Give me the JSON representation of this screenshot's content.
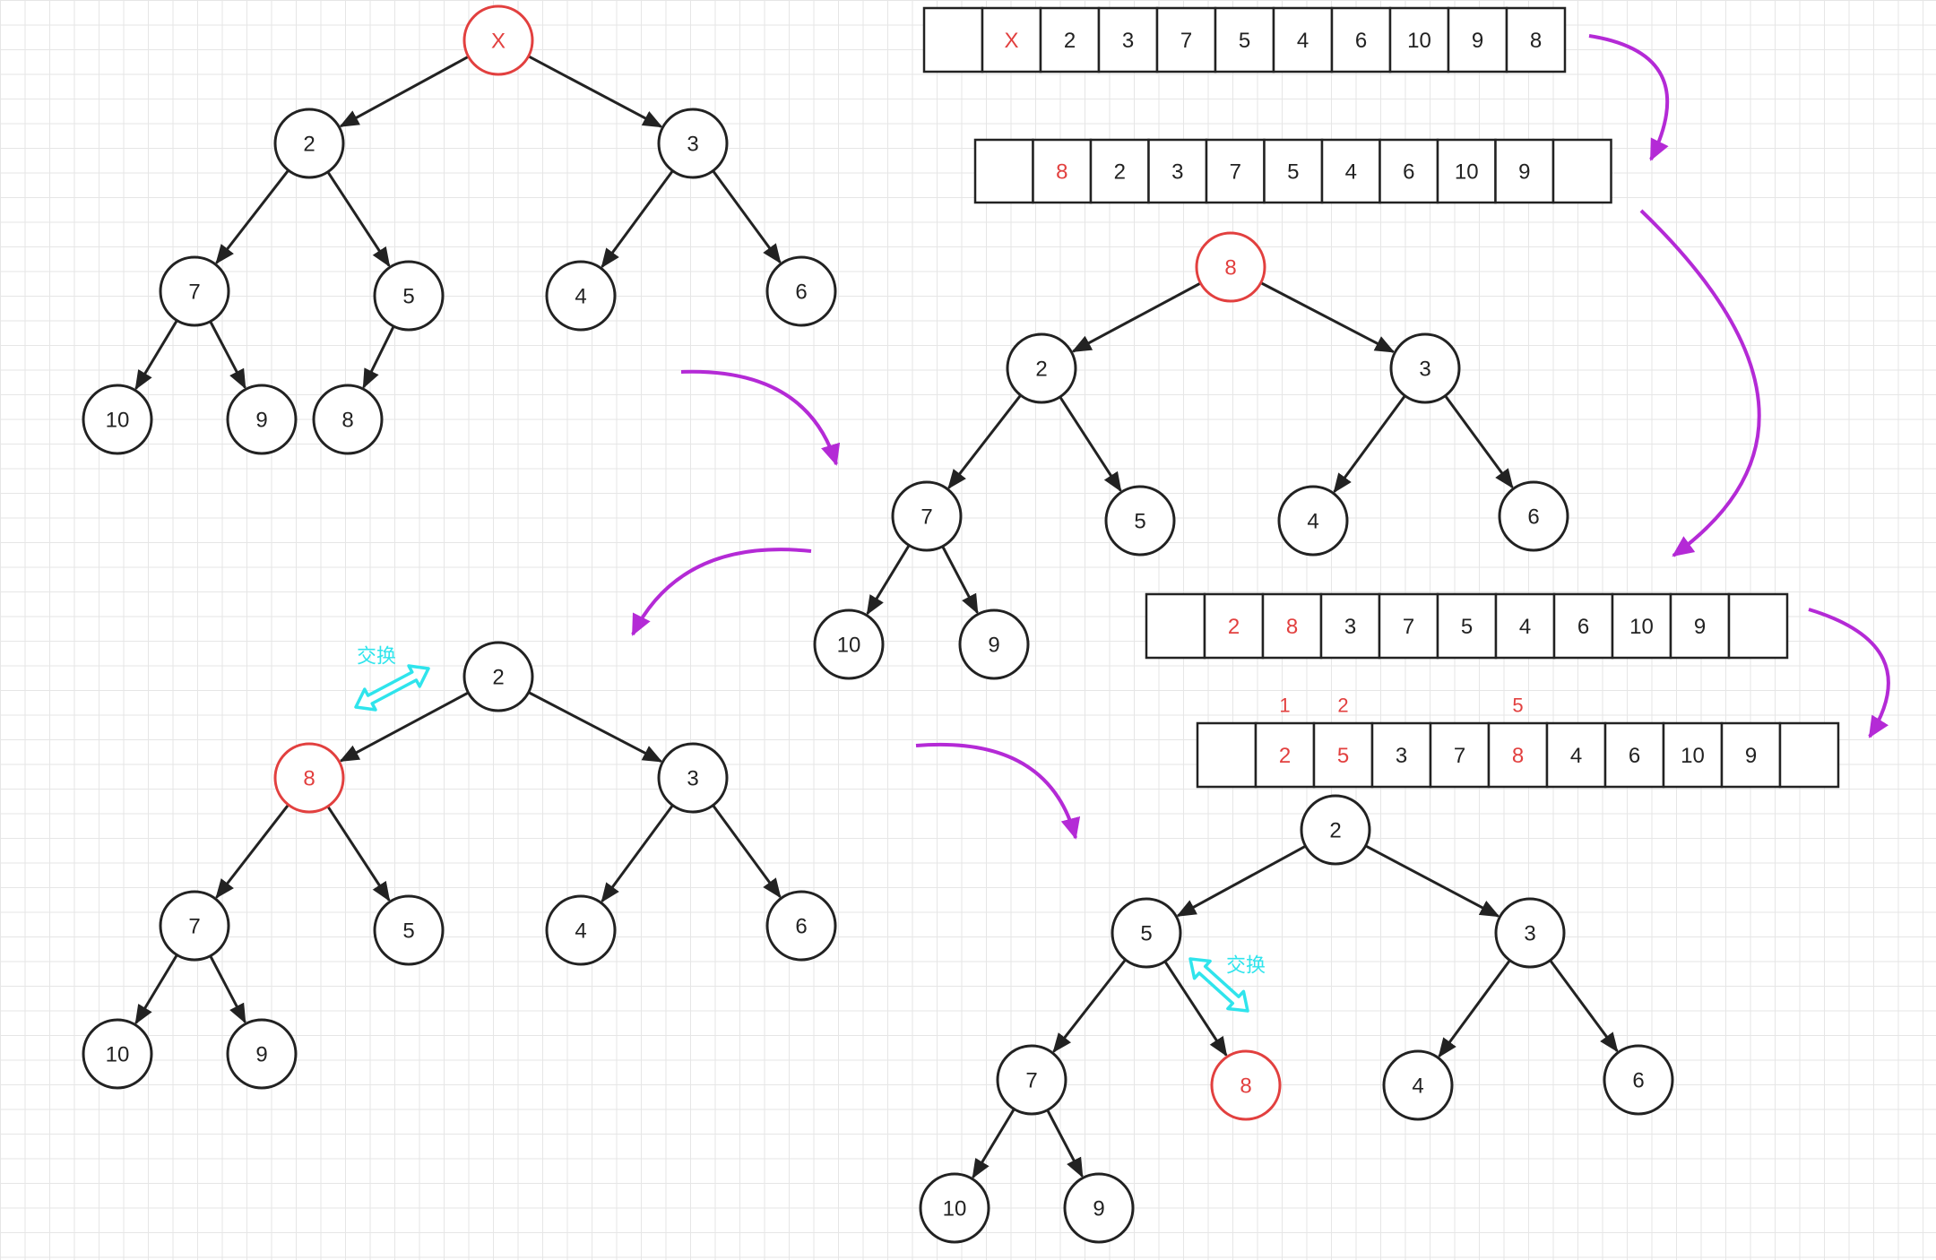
{
  "colors": {
    "black": "#222222",
    "red": "#e2403f",
    "purple": "#b42ad6",
    "cyan": "#2fe4ec"
  },
  "arrays": [
    {
      "id": "array-1",
      "cells": [
        {
          "text": ""
        },
        {
          "text": "X",
          "color": "red"
        },
        {
          "text": "2"
        },
        {
          "text": "3"
        },
        {
          "text": "7"
        },
        {
          "text": "5"
        },
        {
          "text": "4"
        },
        {
          "text": "6"
        },
        {
          "text": "10"
        },
        {
          "text": "9"
        },
        {
          "text": "8"
        }
      ]
    },
    {
      "id": "array-2",
      "cells": [
        {
          "text": ""
        },
        {
          "text": "8",
          "color": "red"
        },
        {
          "text": "2"
        },
        {
          "text": "3"
        },
        {
          "text": "7"
        },
        {
          "text": "5"
        },
        {
          "text": "4"
        },
        {
          "text": "6"
        },
        {
          "text": "10"
        },
        {
          "text": "9"
        },
        {
          "text": ""
        }
      ]
    },
    {
      "id": "array-3",
      "cells": [
        {
          "text": ""
        },
        {
          "text": "2",
          "color": "red"
        },
        {
          "text": "8",
          "color": "red"
        },
        {
          "text": "3"
        },
        {
          "text": "7"
        },
        {
          "text": "5"
        },
        {
          "text": "4"
        },
        {
          "text": "6"
        },
        {
          "text": "10"
        },
        {
          "text": "9"
        },
        {
          "text": ""
        }
      ]
    },
    {
      "id": "array-4",
      "cells": [
        {
          "text": ""
        },
        {
          "text": "2",
          "color": "red",
          "index": "1"
        },
        {
          "text": "5",
          "color": "red",
          "index": "2"
        },
        {
          "text": "3"
        },
        {
          "text": "7"
        },
        {
          "text": "8",
          "color": "red",
          "index": "5"
        },
        {
          "text": "4"
        },
        {
          "text": "6"
        },
        {
          "text": "10"
        },
        {
          "text": "9"
        },
        {
          "text": ""
        }
      ]
    }
  ],
  "trees": [
    {
      "id": "tree-1",
      "nodes": [
        {
          "id": "a",
          "label": "X",
          "color": "red"
        },
        {
          "id": "b",
          "label": "2"
        },
        {
          "id": "c",
          "label": "3"
        },
        {
          "id": "d",
          "label": "7"
        },
        {
          "id": "e",
          "label": "5"
        },
        {
          "id": "f",
          "label": "4"
        },
        {
          "id": "g",
          "label": "6"
        },
        {
          "id": "h",
          "label": "10"
        },
        {
          "id": "i",
          "label": "9"
        },
        {
          "id": "j",
          "label": "8"
        }
      ],
      "edges": [
        [
          "a",
          "b"
        ],
        [
          "a",
          "c"
        ],
        [
          "b",
          "d"
        ],
        [
          "b",
          "e"
        ],
        [
          "c",
          "f"
        ],
        [
          "c",
          "g"
        ],
        [
          "d",
          "h"
        ],
        [
          "d",
          "i"
        ],
        [
          "e",
          "j"
        ]
      ]
    },
    {
      "id": "tree-2",
      "nodes": [
        {
          "id": "a",
          "label": "8",
          "color": "red"
        },
        {
          "id": "b",
          "label": "2"
        },
        {
          "id": "c",
          "label": "3"
        },
        {
          "id": "d",
          "label": "7"
        },
        {
          "id": "e",
          "label": "5"
        },
        {
          "id": "f",
          "label": "4"
        },
        {
          "id": "g",
          "label": "6"
        },
        {
          "id": "h",
          "label": "10"
        },
        {
          "id": "i",
          "label": "9"
        }
      ],
      "edges": [
        [
          "a",
          "b"
        ],
        [
          "a",
          "c"
        ],
        [
          "b",
          "d"
        ],
        [
          "b",
          "e"
        ],
        [
          "c",
          "f"
        ],
        [
          "c",
          "g"
        ],
        [
          "d",
          "h"
        ],
        [
          "d",
          "i"
        ]
      ]
    },
    {
      "id": "tree-3",
      "nodes": [
        {
          "id": "a",
          "label": "2"
        },
        {
          "id": "b",
          "label": "8",
          "color": "red"
        },
        {
          "id": "c",
          "label": "3"
        },
        {
          "id": "d",
          "label": "7"
        },
        {
          "id": "e",
          "label": "5"
        },
        {
          "id": "f",
          "label": "4"
        },
        {
          "id": "g",
          "label": "6"
        },
        {
          "id": "h",
          "label": "10"
        },
        {
          "id": "i",
          "label": "9"
        }
      ],
      "edges": [
        [
          "a",
          "b"
        ],
        [
          "a",
          "c"
        ],
        [
          "b",
          "d"
        ],
        [
          "b",
          "e"
        ],
        [
          "c",
          "f"
        ],
        [
          "c",
          "g"
        ],
        [
          "d",
          "h"
        ],
        [
          "d",
          "i"
        ]
      ]
    },
    {
      "id": "tree-4",
      "nodes": [
        {
          "id": "a",
          "label": "2"
        },
        {
          "id": "b",
          "label": "5"
        },
        {
          "id": "c",
          "label": "3"
        },
        {
          "id": "d",
          "label": "7"
        },
        {
          "id": "e",
          "label": "8",
          "color": "red"
        },
        {
          "id": "f",
          "label": "4"
        },
        {
          "id": "g",
          "label": "6"
        },
        {
          "id": "h",
          "label": "10"
        },
        {
          "id": "i",
          "label": "9"
        }
      ],
      "edges": [
        [
          "a",
          "b"
        ],
        [
          "a",
          "c"
        ],
        [
          "b",
          "d"
        ],
        [
          "b",
          "e"
        ],
        [
          "c",
          "f"
        ],
        [
          "c",
          "g"
        ],
        [
          "d",
          "h"
        ],
        [
          "d",
          "i"
        ]
      ]
    }
  ],
  "swaps": [
    {
      "id": "swap-1",
      "label": "交换"
    },
    {
      "id": "swap-2",
      "label": "交换"
    }
  ],
  "flow_arrows": [
    {
      "id": "flow-arrow-1"
    },
    {
      "id": "flow-arrow-2"
    },
    {
      "id": "flow-arrow-3"
    },
    {
      "id": "flow-arrow-4"
    },
    {
      "id": "flow-arrow-5"
    },
    {
      "id": "flow-arrow-6"
    }
  ]
}
